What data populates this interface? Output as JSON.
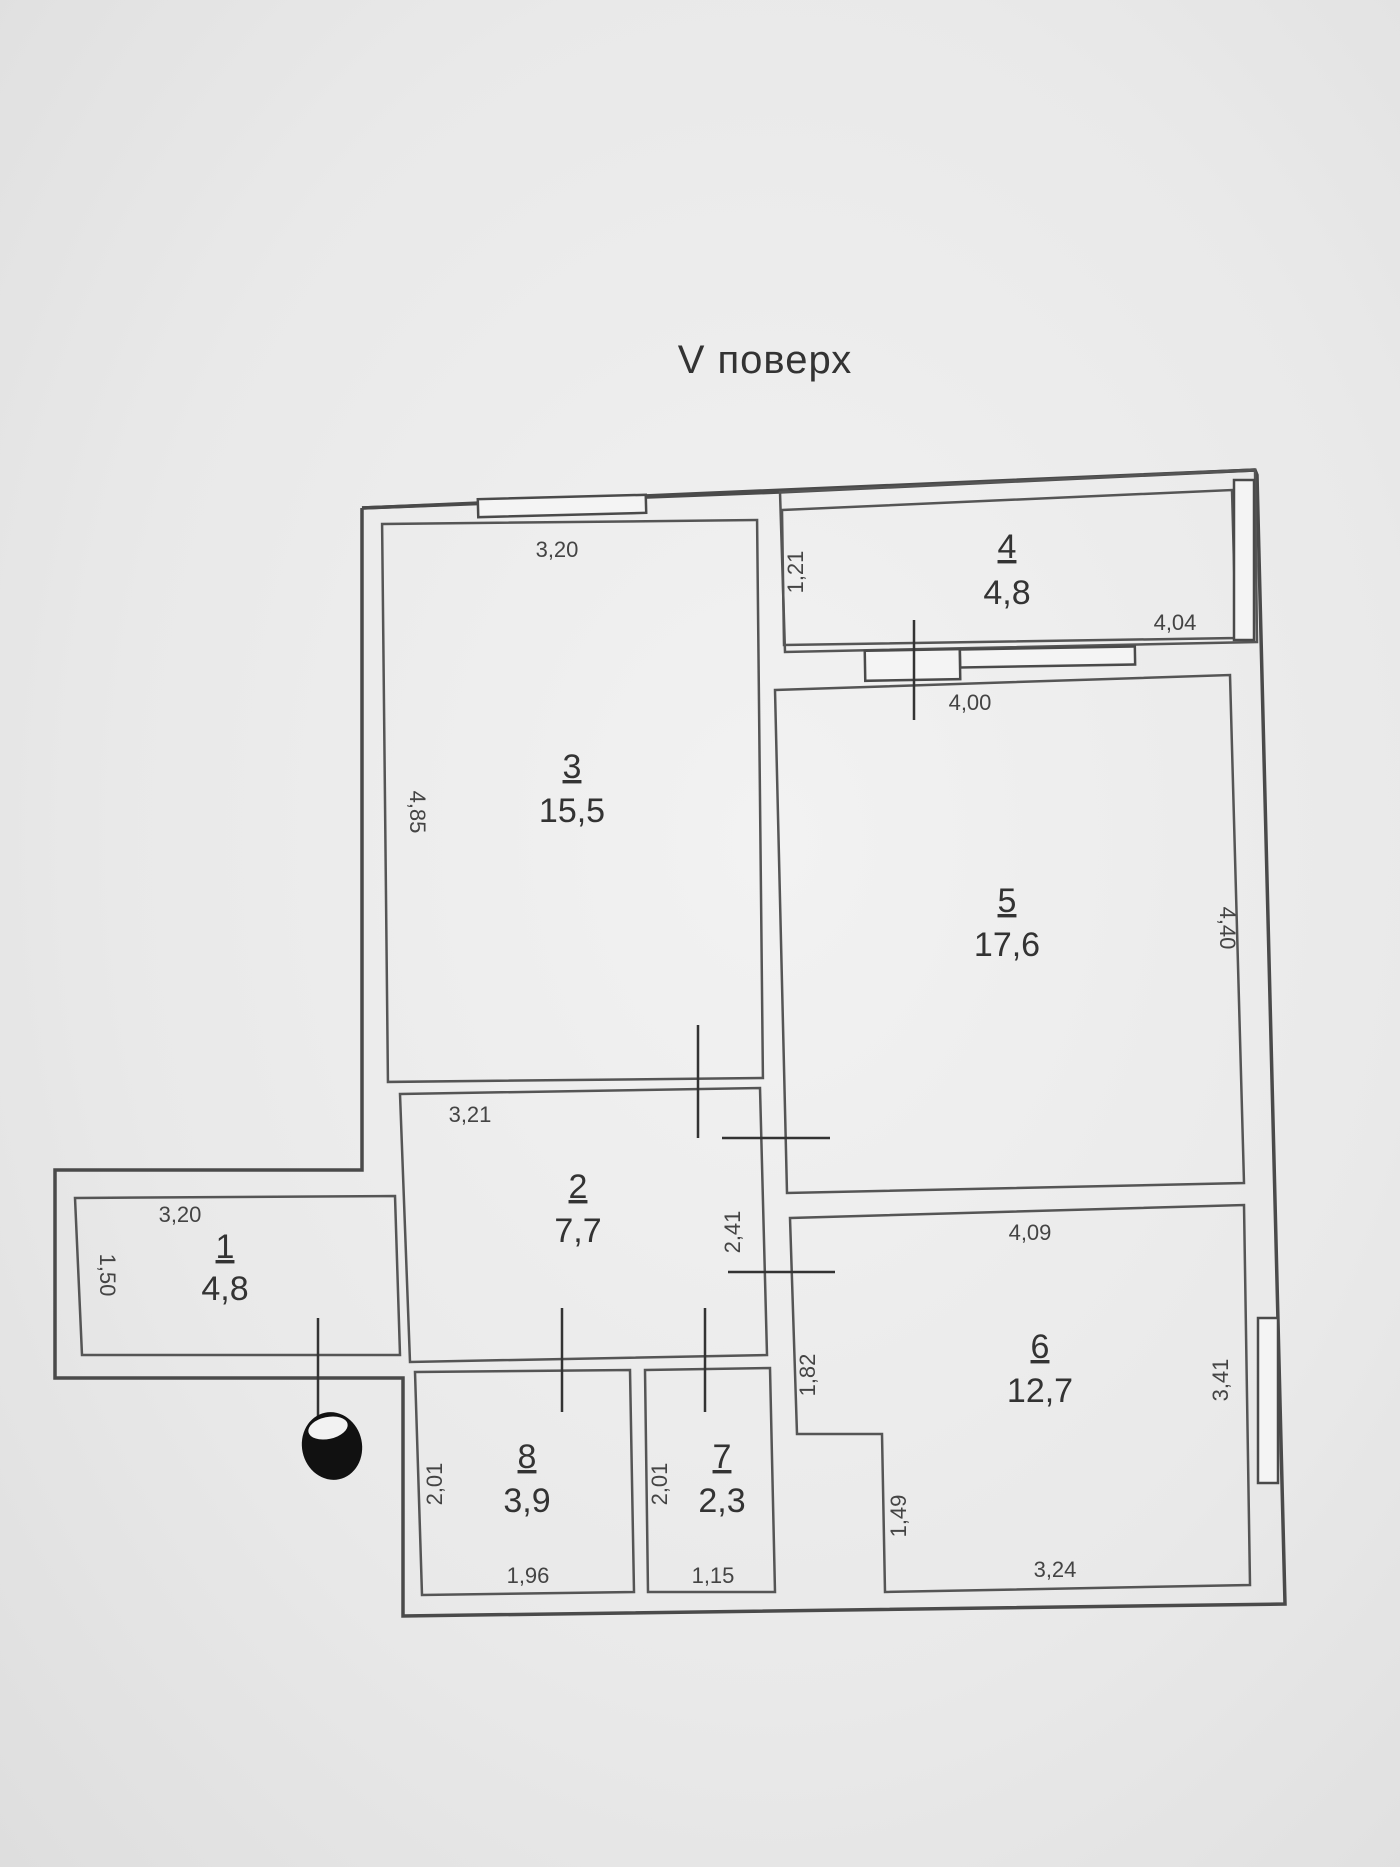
{
  "floor_title": "V поверх",
  "rooms": [
    {
      "number": "1",
      "area": "4,8"
    },
    {
      "number": "2",
      "area": "7,7"
    },
    {
      "number": "3",
      "area": "15,5"
    },
    {
      "number": "4",
      "area": "4,8"
    },
    {
      "number": "5",
      "area": "17,6"
    },
    {
      "number": "6",
      "area": "12,7"
    },
    {
      "number": "7",
      "area": "2,3"
    },
    {
      "number": "8",
      "area": "3,9"
    }
  ],
  "dimensions": {
    "r3_top": "3,20",
    "r3_left": "4,85",
    "r4_left": "1,21",
    "r4_bottom": "4,04",
    "r5_top": "4,00",
    "r5_right": "4,40",
    "r2_top": "3,21",
    "r2_right": "2,41",
    "r1_top": "3,20",
    "r1_left": "1,50",
    "r6_top": "4,09",
    "r6_left": "1,82",
    "r6_right": "3,41",
    "r6_notch": "1,49",
    "r6_bottom": "3,24",
    "r8_left": "2,01",
    "r8_bottom": "1,96",
    "r7_left": "2,01",
    "r7_bottom": "1,15"
  },
  "entry_icon": "entrance-arrow-icon"
}
